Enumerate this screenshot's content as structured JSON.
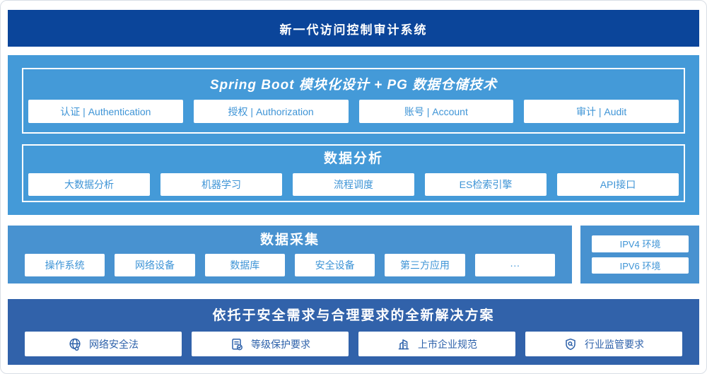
{
  "header": {
    "title": "新一代访问控制审计系统"
  },
  "platform": {
    "modules": {
      "title": "Spring Boot 模块化设计 + PG 数据仓储技术",
      "items": [
        "认证 | Authentication",
        "授权 | Authorization",
        "账号 | Account",
        "审计 | Audit"
      ]
    },
    "analysis": {
      "title": "数据分析",
      "items": [
        "大数据分析",
        "机器学习",
        "流程调度",
        "ES检索引擎",
        "API接口"
      ]
    }
  },
  "collection": {
    "title": "数据采集",
    "items": [
      "操作系统",
      "网络设备",
      "数据库",
      "安全设备",
      "第三方应用",
      "···"
    ]
  },
  "environments": {
    "items": [
      "IPV4 环境",
      "IPV6 环境"
    ]
  },
  "solution": {
    "title": "依托于安全需求与合理要求的全新解决方案",
    "items": [
      {
        "icon": "globe-icon",
        "label": "网络安全法"
      },
      {
        "icon": "document-check-icon",
        "label": "等级保护要求"
      },
      {
        "icon": "building-icon",
        "label": "上市企业规范"
      },
      {
        "icon": "shield-magnifier-icon",
        "label": "行业监管要求"
      }
    ]
  },
  "colors": {
    "banner_blue": "#0b459a",
    "solution_blue": "#3162aa",
    "platform_blue": "#449ad8",
    "collection_blue": "#4892d0",
    "box_text_light": "#3e94d6",
    "box_text_dark": "#2d61aa"
  }
}
